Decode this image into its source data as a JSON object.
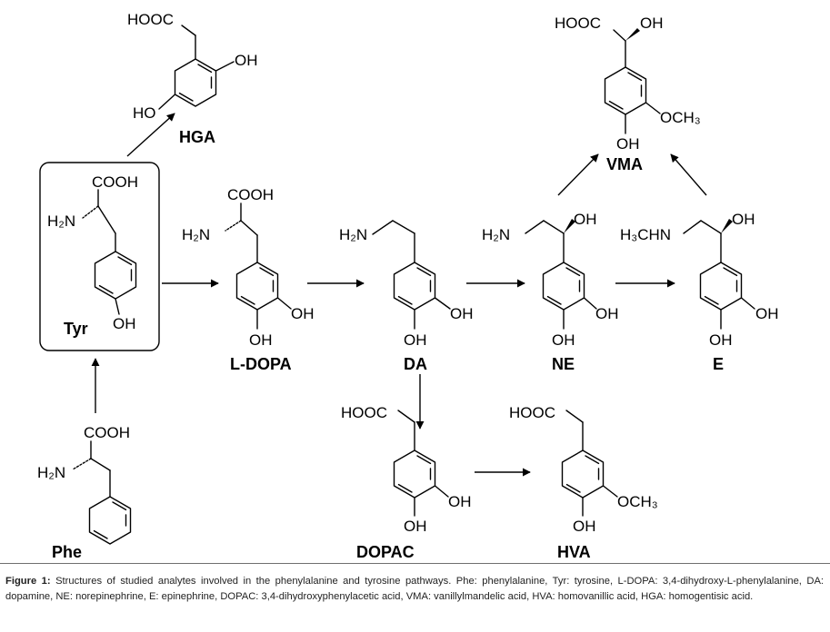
{
  "groups": {
    "cooh": "COOH",
    "hooc": "HOOC",
    "oh": "OH",
    "ho": "HO",
    "h2n": "H₂N",
    "h3chn": "H₃CHN",
    "och3": "OCH₃"
  },
  "compounds": {
    "phe": "Phe",
    "tyr": "Tyr",
    "hga": "HGA",
    "ldopa": "L-DOPA",
    "da": "DA",
    "ne": "NE",
    "e": "E",
    "vma": "VMA",
    "dopac": "DOPAC",
    "hva": "HVA"
  },
  "caption": {
    "label": "Figure 1:",
    "text": "Structures of studied analytes involved in the phenylalanine and tyrosine pathways. Phe: phenylalanine, Tyr: tyrosine, L-DOPA: 3,4-dihydroxy-L-phenylalanine, DA: dopamine, NE: norepinephrine, E: epinephrine, DOPAC: 3,4-dihydroxyphenylacetic acid, VMA: vanillylmandelic acid, HVA: homovanillic acid, HGA: homogentisic acid."
  }
}
